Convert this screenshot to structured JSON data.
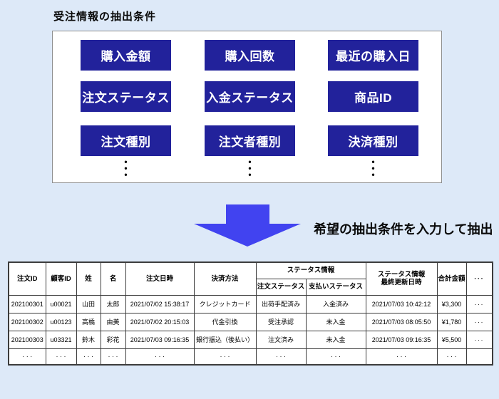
{
  "title": "受注情報の抽出条件",
  "panel": {
    "rows": [
      [
        "購入金額",
        "購入回数",
        "最近の購入日"
      ],
      [
        "注文ステータス",
        "入金ステータス",
        "商品ID"
      ],
      [
        "注文種別",
        "注文者種別",
        "決済種別"
      ]
    ],
    "more_dots": "•\n•\n•"
  },
  "arrow": {
    "label": "希望の抽出条件を入力して抽出"
  },
  "table": {
    "group_header": "ステータス情報",
    "headers": {
      "order_id": "注文ID",
      "customer_id": "顧客ID",
      "last_name": "姓",
      "first_name": "名",
      "order_datetime": "注文日時",
      "payment_method": "決済方法",
      "order_status": "注文ステータス",
      "payment_status": "支払いステータス",
      "status_updated": "ステータス情報\n最終更新日時",
      "total_amount": "合計金額",
      "more": "···"
    },
    "rows": [
      [
        "202100301",
        "u00021",
        "山田",
        "太郎",
        "2021/07/02 15:38:17",
        "クレジットカード",
        "出荷手配済み",
        "入金済み",
        "2021/07/03 10:42:12",
        "¥3,300",
        "···"
      ],
      [
        "202100302",
        "u00123",
        "高橋",
        "由美",
        "2021/07/02 20:15:03",
        "代金引換",
        "受注承認",
        "未入金",
        "2021/07/03 08:05:50",
        "¥1,780",
        "···"
      ],
      [
        "202100303",
        "u03321",
        "鈴木",
        "彩花",
        "2021/07/03 09:16:35",
        "銀行振込（後払い）",
        "注文済み",
        "未入金",
        "2021/07/03 09:16:35",
        "¥5,500",
        "···"
      ]
    ],
    "continuation_dots": "·\n·\n·"
  },
  "colors": {
    "background": "#dde9f8",
    "panel_background": "#ffffff",
    "panel_border": "#8f8f8f",
    "condition_button_blue": "#22229b",
    "condition_button_text": "#ffffff",
    "arrow_blue": "#4143f0",
    "table_border": "#3c3c3c",
    "text": "#000000"
  }
}
